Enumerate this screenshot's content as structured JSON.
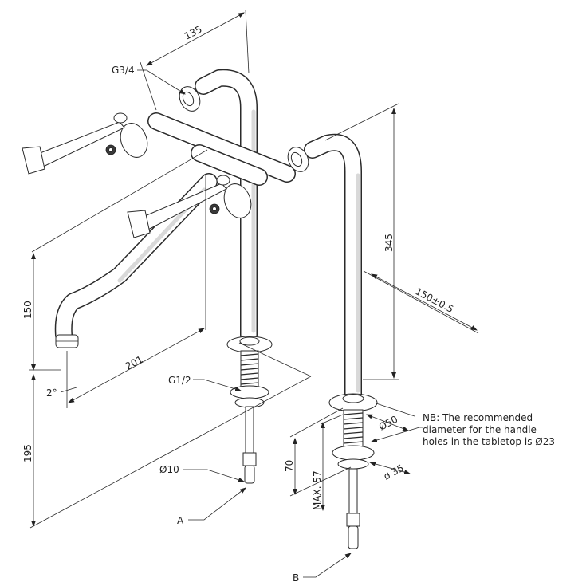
{
  "dimensions": {
    "d135": "135",
    "g34": "G3/4",
    "d345": "345",
    "d150_05": "150±0.5",
    "d150": "150",
    "d201": "201",
    "angle2": "2°",
    "d195": "195",
    "g12": "G1/2",
    "d10": "Ø10",
    "d50": "Ø50",
    "d35": "ø 35",
    "d70": "70",
    "max57": "MAX. 57"
  },
  "labels": {
    "a": "A",
    "b": "B"
  },
  "note": {
    "line1": "NB: The recommended",
    "line2": "diameter for the handle",
    "line3": "holes in the tabletop is Ø23"
  }
}
